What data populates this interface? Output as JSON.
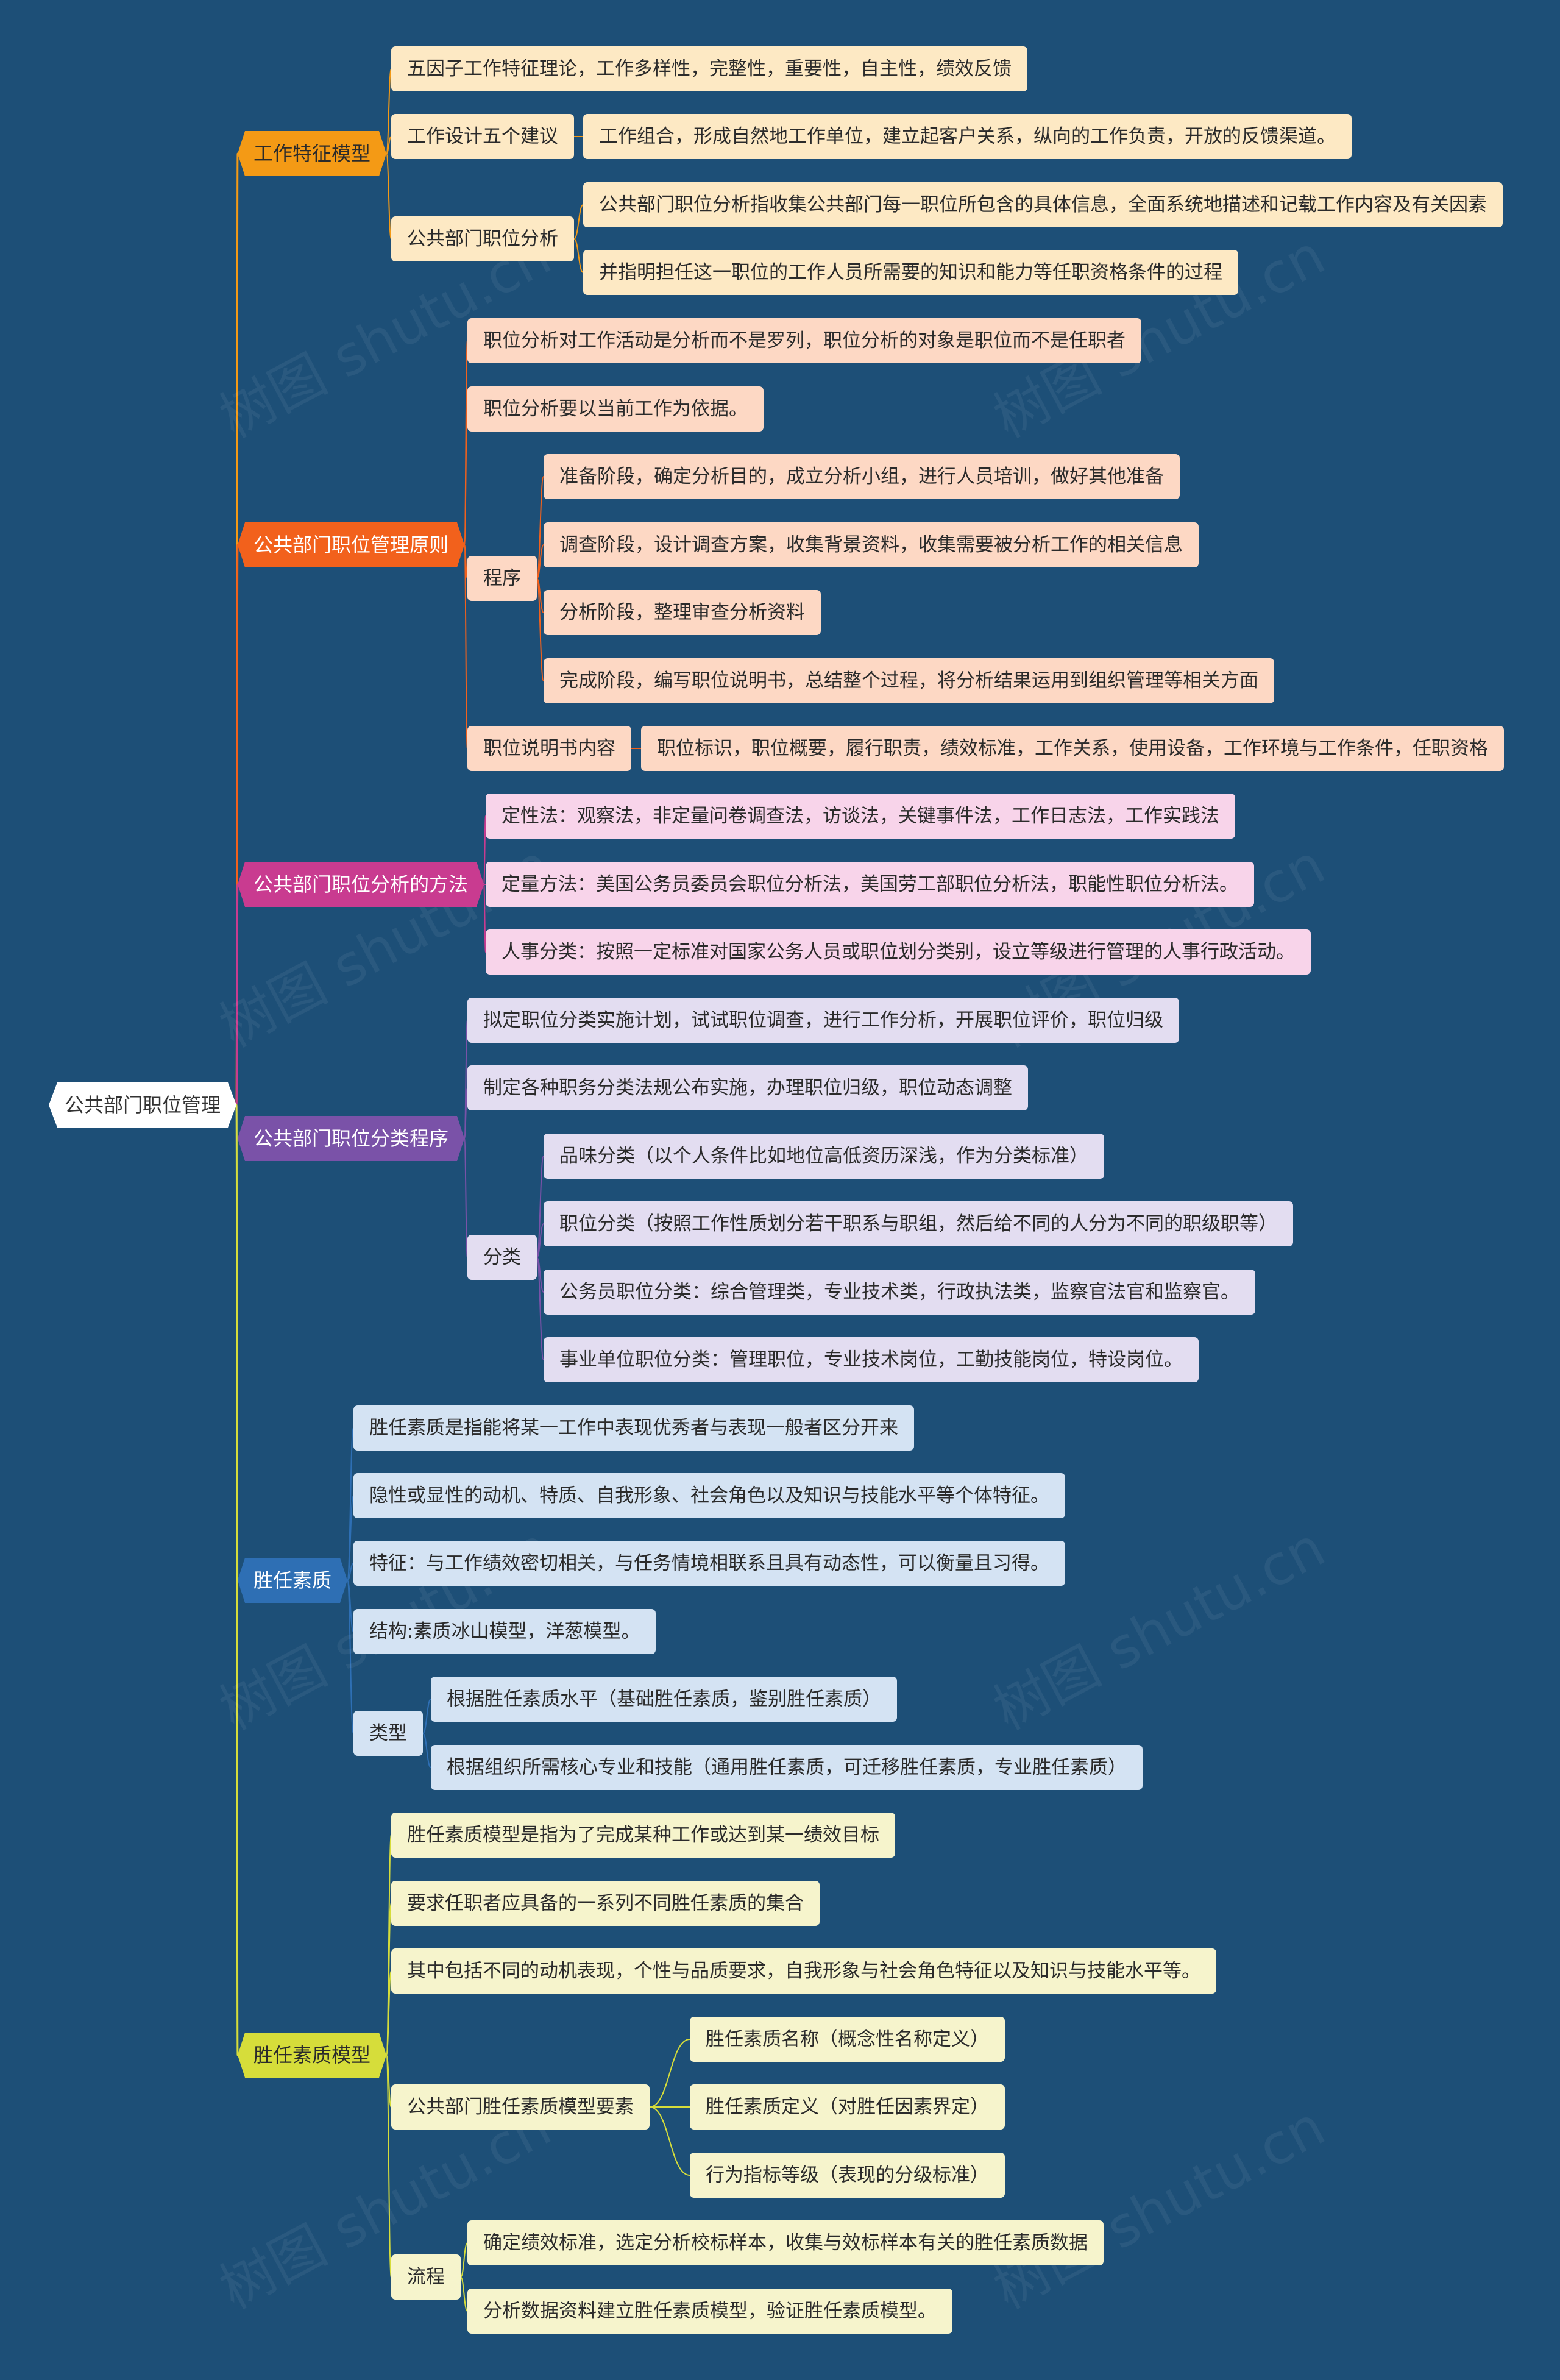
{
  "root": "公共部门职位管理",
  "branches": [
    {
      "id": "b1",
      "label": "工作特征模型",
      "color": "#f49a15",
      "items": [
        {
          "id": "b1i1",
          "label": "五因子工作特征理论，工作多样性，完整性，重要性，自主性，绩效反馈"
        },
        {
          "id": "b1i2",
          "label": "工作设计五个建议",
          "children": [
            {
              "id": "b1i2c1",
              "label": "工作组合，形成自然地工作单位，建立起客户关系，纵向的工作负责，开放的反馈渠道。"
            }
          ]
        },
        {
          "id": "b1i3",
          "label": "公共部门职位分析",
          "children": [
            {
              "id": "b1i3c1",
              "label": "公共部门职位分析指收集公共部门每一职位所包含的具体信息，全面系统地描述和记载工作内容及有关因素"
            },
            {
              "id": "b1i3c2",
              "label": "并指明担任这一职位的工作人员所需要的知识和能力等任职资格条件的过程"
            }
          ]
        }
      ]
    },
    {
      "id": "b2",
      "label": "公共部门职位管理原则",
      "color": "#f2611c",
      "items": [
        {
          "id": "b2i1",
          "label": "职位分析对工作活动是分析而不是罗列，职位分析的对象是职位而不是任职者"
        },
        {
          "id": "b2i2",
          "label": "职位分析要以当前工作为依据。"
        },
        {
          "id": "b2i3",
          "label": "程序",
          "children": [
            {
              "id": "b2i3c1",
              "label": "准备阶段，确定分析目的，成立分析小组，进行人员培训，做好其他准备"
            },
            {
              "id": "b2i3c2",
              "label": "调查阶段，设计调查方案，收集背景资料，收集需要被分析工作的相关信息"
            },
            {
              "id": "b2i3c3",
              "label": "分析阶段，整理审查分析资料"
            },
            {
              "id": "b2i3c4",
              "label": "完成阶段，编写职位说明书，总结整个过程，将分析结果运用到组织管理等相关方面"
            }
          ]
        },
        {
          "id": "b2i4",
          "label": "职位说明书内容",
          "children": [
            {
              "id": "b2i4c1",
              "label": "职位标识，职位概要，履行职责，绩效标准，工作关系，使用设备，工作环境与工作条件，任职资格"
            }
          ]
        }
      ]
    },
    {
      "id": "b3",
      "label": "公共部门职位分析的方法",
      "color": "#c93b90",
      "items": [
        {
          "id": "b3i1",
          "label": "定性法：观察法，非定量问卷调查法，访谈法，关键事件法，工作日志法，工作实践法"
        },
        {
          "id": "b3i2",
          "label": "定量方法：美国公务员委员会职位分析法，美国劳工部职位分析法，职能性职位分析法。"
        },
        {
          "id": "b3i3",
          "label": "人事分类：按照一定标准对国家公务人员或职位划分类别，设立等级进行管理的人事行政活动。"
        }
      ]
    },
    {
      "id": "b4",
      "label": "公共部门职位分类程序",
      "color": "#7a52a8",
      "items": [
        {
          "id": "b4i1",
          "label": "拟定职位分类实施计划，试试职位调查，进行工作分析，开展职位评价，职位归级"
        },
        {
          "id": "b4i2",
          "label": "制定各种职务分类法规公布实施，办理职位归级，职位动态调整"
        },
        {
          "id": "b4i3",
          "label": "分类",
          "children": [
            {
              "id": "b4i3c1",
              "label": "品味分类（以个人条件比如地位高低资历深浅，作为分类标准）"
            },
            {
              "id": "b4i3c2",
              "label": "职位分类（按照工作性质划分若干职系与职组，然后给不同的人分为不同的职级职等）"
            },
            {
              "id": "b4i3c3",
              "label": "公务员职位分类：综合管理类，专业技术类，行政执法类，监察官法官和监察官。"
            },
            {
              "id": "b4i3c4",
              "label": "事业单位职位分类：管理职位，专业技术岗位，工勤技能岗位，特设岗位。"
            }
          ]
        }
      ]
    },
    {
      "id": "b5",
      "label": "胜任素质",
      "color": "#2e6fb4",
      "items": [
        {
          "id": "b5i1",
          "label": "胜任素质是指能将某一工作中表现优秀者与表现一般者区分开来"
        },
        {
          "id": "b5i2",
          "label": "隐性或显性的动机、特质、自我形象、社会角色以及知识与技能水平等个体特征。"
        },
        {
          "id": "b5i3",
          "label": "特征：与工作绩效密切相关，与任务情境相联系且具有动态性，可以衡量且习得。"
        },
        {
          "id": "b5i4",
          "label": "结构:素质冰山模型，洋葱模型。"
        },
        {
          "id": "b5i5",
          "label": "类型",
          "children": [
            {
              "id": "b5i5c1",
              "label": "根据胜任素质水平（基础胜任素质，鉴别胜任素质）"
            },
            {
              "id": "b5i5c2",
              "label": "根据组织所需核心专业和技能（通用胜任素质，可迁移胜任素质，专业胜任素质）"
            }
          ]
        }
      ]
    },
    {
      "id": "b6",
      "label": "胜任素质模型",
      "color": "#d6dd3a",
      "items": [
        {
          "id": "b6i1",
          "label": "胜任素质模型是指为了完成某种工作或达到某一绩效目标"
        },
        {
          "id": "b6i2",
          "label": "要求任职者应具备的一系列不同胜任素质的集合"
        },
        {
          "id": "b6i3",
          "label": "其中包括不同的动机表现，个性与品质要求，自我形象与社会角色特征以及知识与技能水平等。"
        },
        {
          "id": "b6i4",
          "label": "公共部门胜任素质模型要素",
          "children": [
            {
              "id": "b6i4c1",
              "label": "胜任素质名称（概念性名称定义）"
            },
            {
              "id": "b6i4c2",
              "label": "胜任素质定义（对胜任因素界定）"
            },
            {
              "id": "b6i4c3",
              "label": "行为指标等级（表现的分级标准）"
            }
          ]
        },
        {
          "id": "b6i5",
          "label": "流程",
          "children": [
            {
              "id": "b6i5c1",
              "label": "确定绩效标准，选定分析校标样本，收集与效标样本有关的胜任素质数据"
            },
            {
              "id": "b6i5c2",
              "label": "分析数据资料建立胜任素质模型，验证胜任素质模型。"
            }
          ]
        }
      ]
    }
  ],
  "watermark": "树图 shutu.cn"
}
